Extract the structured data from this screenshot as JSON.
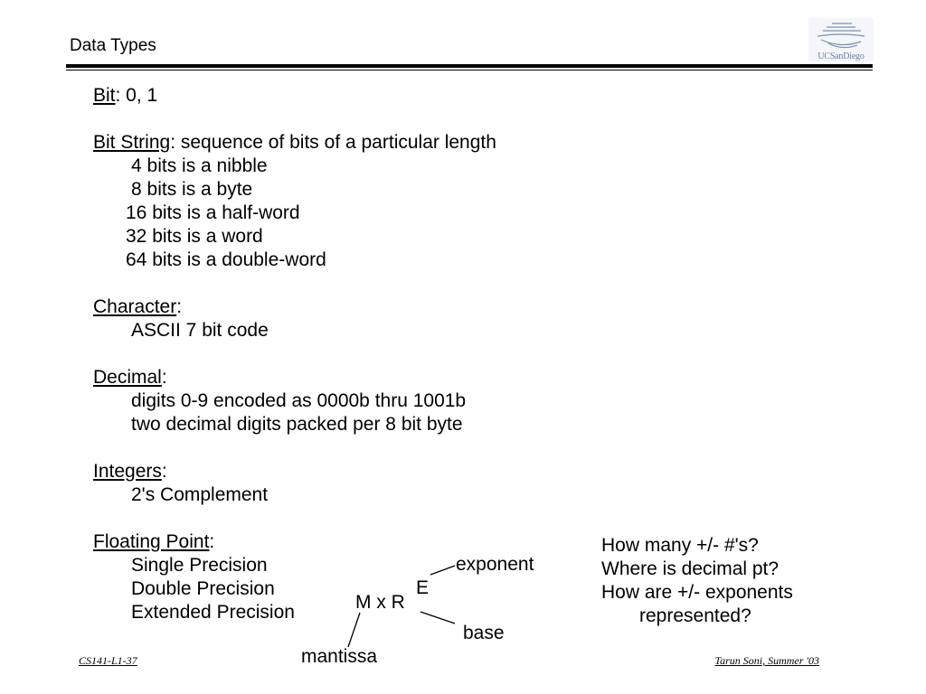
{
  "header": {
    "title": "Data Types",
    "logo_text": "UCSanDiego"
  },
  "content": {
    "bit": {
      "term": "Bit",
      "rest": ":  0, 1"
    },
    "bit_string": {
      "term": "Bit String",
      "rest": ":  sequence of bits of a particular length",
      "items": [
        " 4 bits is a nibble",
        " 8 bits is a byte",
        "16 bits is a half-word",
        "32 bits is a word",
        "64 bits is a double-word"
      ]
    },
    "character": {
      "term": "Character",
      "rest": ":",
      "items": [
        "ASCII  7 bit code"
      ]
    },
    "decimal": {
      "term": "Decimal",
      "rest": ":",
      "items": [
        "digits 0-9 encoded as 0000b thru 1001b",
        "two decimal digits packed per 8 bit byte"
      ]
    },
    "integers": {
      "term": "Integers",
      "rest": ":",
      "items": [
        "2's Complement"
      ]
    },
    "floating_point": {
      "term": "Floating Point",
      "rest": ":",
      "items": [
        "Single Precision",
        "Double Precision",
        "Extended Precision"
      ]
    }
  },
  "diagram": {
    "formula": "M x R",
    "exponent_symbol": "E",
    "exponent_label": "exponent",
    "base_label": "base",
    "mantissa_label": "mantissa"
  },
  "questions": [
    "How many +/- #'s?",
    "Where is decimal pt?",
    "How are +/- exponents",
    "represented?"
  ],
  "footer": {
    "left": "CS141-L1-37",
    "right": "Tarun Soni, Summer '03"
  }
}
